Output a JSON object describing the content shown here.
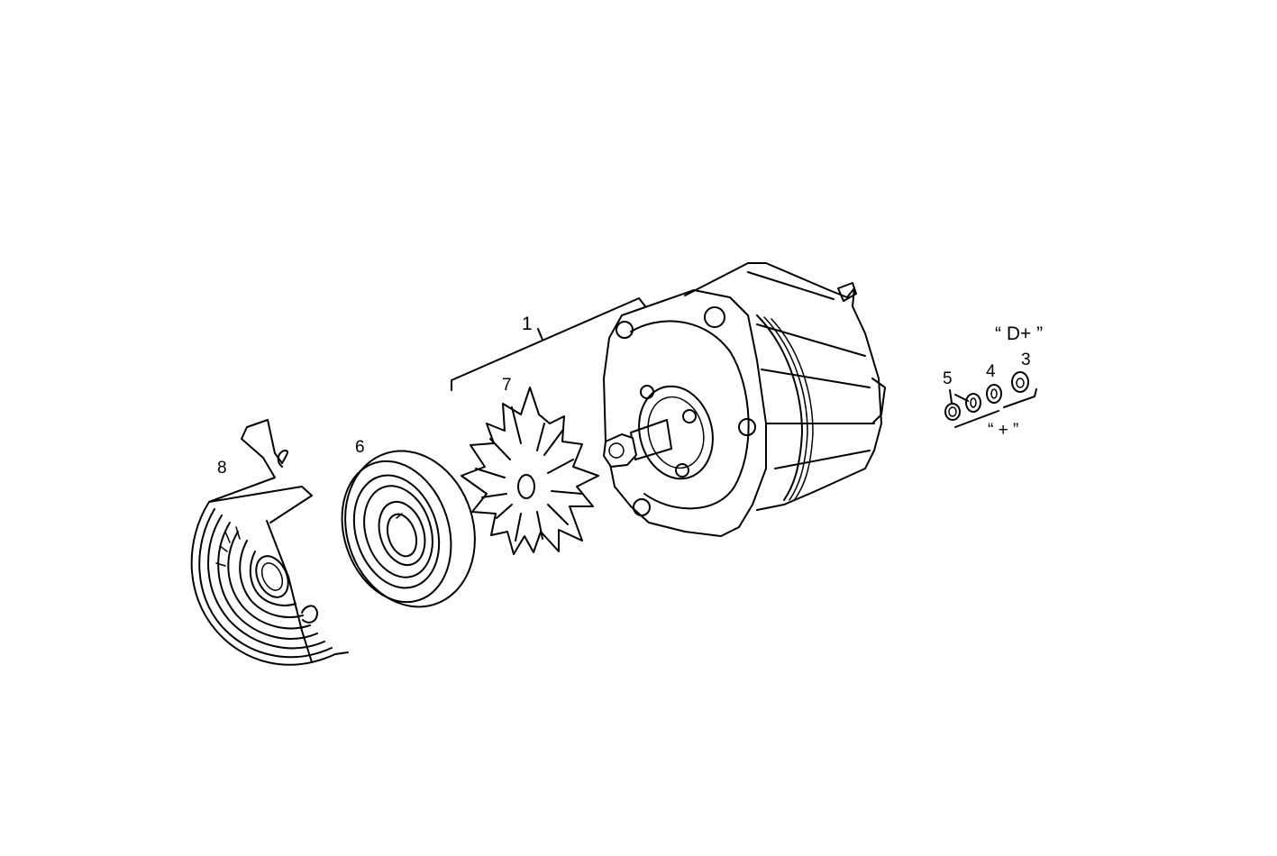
{
  "diagram": {
    "title": "",
    "type": "exploded-parts-view",
    "subject": "alternator assembly",
    "background": "#ffffff",
    "line_color": "#000000"
  },
  "callouts": [
    {
      "id": "1",
      "label": "1",
      "part": "alternator assembly (bracket)"
    },
    {
      "id": "3",
      "label": "3",
      "part": "nut"
    },
    {
      "id": "4",
      "label": "4",
      "part": "washer"
    },
    {
      "id": "5",
      "label": "5",
      "part": "nut"
    },
    {
      "id": "6",
      "label": "6",
      "part": "pulley"
    },
    {
      "id": "7",
      "label": "7",
      "part": "fan"
    },
    {
      "id": "8",
      "label": "8",
      "part": "guard / shield"
    }
  ],
  "terminals": {
    "d_plus": "“ D+ ”",
    "plus": "“ + ”"
  }
}
